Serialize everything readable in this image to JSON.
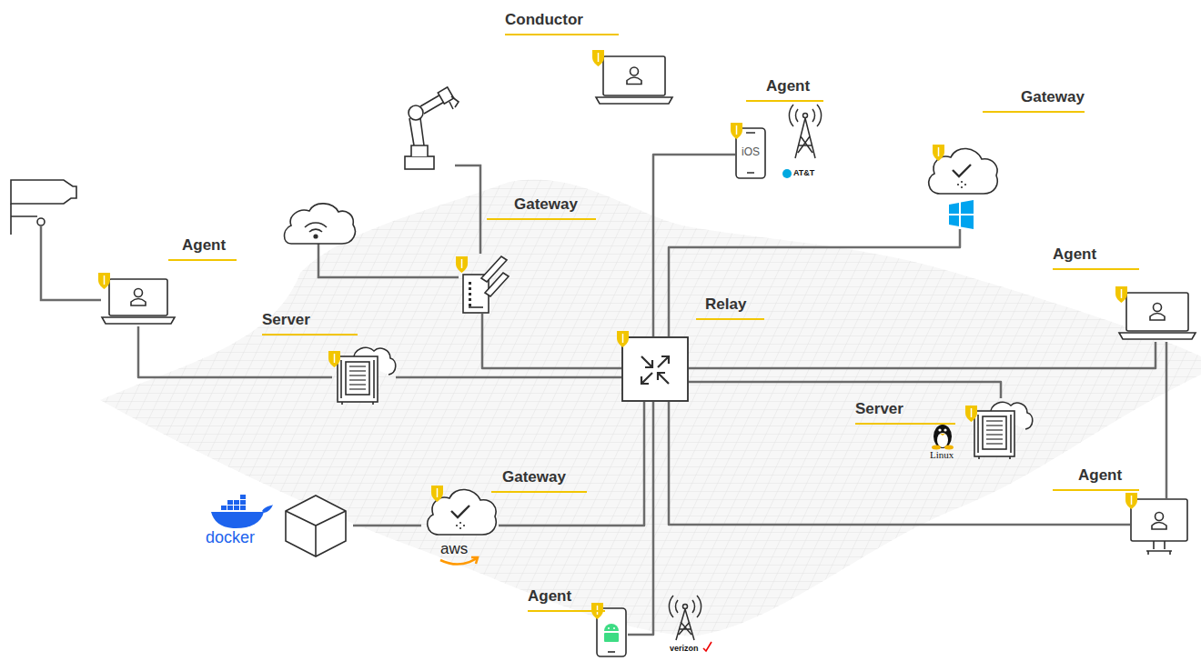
{
  "diagram": {
    "nodes": [
      {
        "text": [
          "Conductor"
        ]
      },
      {
        "text": [
          "Agent"
        ]
      },
      {
        "text": [
          "Gateway"
        ]
      },
      {
        "text": [
          "Gateway"
        ]
      },
      {
        "text": [
          "Agent"
        ]
      },
      {
        "text": [
          "Server"
        ]
      },
      {
        "text": [
          "Relay"
        ]
      },
      {
        "text": [
          "Agent"
        ]
      },
      {
        "text": [
          "Server"
        ]
      },
      {
        "text": [
          "Gateway"
        ]
      },
      {
        "text": [
          "Agent"
        ]
      },
      {
        "text": [
          "Agent"
        ]
      }
    ],
    "edges": [
      {
        "from": 4,
        "to": 5,
        "arrow": "none"
      },
      {
        "from": 5,
        "to": 6,
        "arrow": "none"
      },
      {
        "from": 3,
        "to": 6,
        "arrow": "none"
      },
      {
        "from": 6,
        "to": 1,
        "arrow": "none"
      },
      {
        "from": 6,
        "to": 2,
        "arrow": "none"
      },
      {
        "from": 6,
        "to": 7,
        "arrow": "none"
      },
      {
        "from": 6,
        "to": 8,
        "arrow": "none"
      },
      {
        "from": 7,
        "to": 10,
        "arrow": "none"
      },
      {
        "from": 6,
        "to": 10,
        "arrow": "none"
      },
      {
        "from": 6,
        "to": 9,
        "arrow": "none"
      },
      {
        "from": 6,
        "to": 11,
        "arrow": "none"
      }
    ],
    "labels": [
      "iOS",
      "AT&T",
      "docker",
      "aws",
      "Linux",
      "verizon"
    ]
  }
}
